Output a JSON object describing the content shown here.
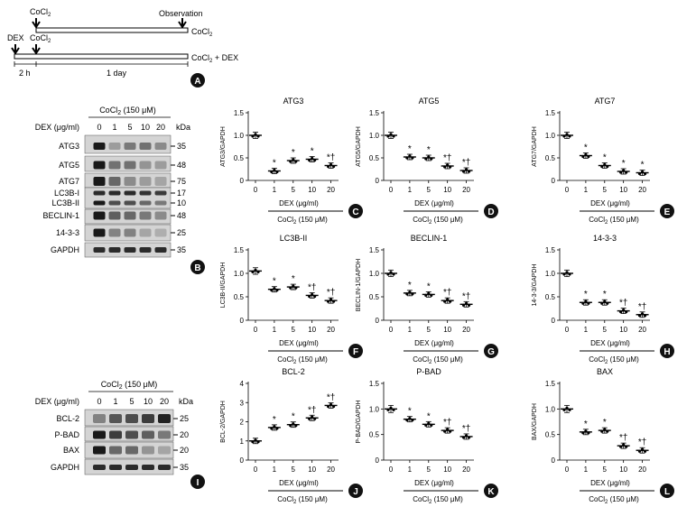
{
  "schematic": {
    "cocl2_top": "CoCl",
    "observation": "Observation",
    "bar1_label": "CoCl",
    "dex": "DEX",
    "cocl2_bottom": "CoCl",
    "bar2_label": "CoCl",
    "bar2_suffix": " + DEX",
    "sub2": "2",
    "two_h": "2 h",
    "one_day": "1 day",
    "panel_letter": "A"
  },
  "blots": [
    {
      "letter": "B",
      "treat_prefix": "CoCl",
      "treat_sub": "2",
      "treat_suffix": " (150 μM)",
      "dex_label": "DEX (μg/ml)",
      "lanes": [
        "0",
        "1",
        "5",
        "10",
        "20"
      ],
      "kda": "kDa",
      "rows": [
        {
          "label": "ATG3",
          "mw": "35",
          "intensity": [
            1.0,
            0.25,
            0.45,
            0.5,
            0.35
          ]
        },
        {
          "label": "ATG5",
          "mw": "48",
          "intensity": [
            1.0,
            0.5,
            0.5,
            0.3,
            0.25
          ]
        },
        {
          "label": "ATG7",
          "mw": "75",
          "intensity": [
            1.0,
            0.55,
            0.35,
            0.25,
            0.2
          ]
        },
        {
          "label": "LC3B-I",
          "mw": "17",
          "intensity": [
            0.9,
            0.9,
            0.9,
            0.85,
            0.8
          ]
        },
        {
          "label": "LC3B-II",
          "mw": "10",
          "intensity": [
            1.0,
            0.7,
            0.7,
            0.55,
            0.45
          ]
        },
        {
          "label": "BECLIN-1",
          "mw": "48",
          "intensity": [
            1.0,
            0.6,
            0.55,
            0.45,
            0.35
          ]
        },
        {
          "label": "14-3-3",
          "mw": "25",
          "intensity": [
            1.0,
            0.4,
            0.4,
            0.2,
            0.15
          ]
        },
        {
          "label": "GAPDH",
          "mw": "35",
          "intensity": [
            0.9,
            0.9,
            0.9,
            0.9,
            0.9
          ]
        }
      ]
    },
    {
      "letter": "I",
      "treat_prefix": "CoCl",
      "treat_sub": "2",
      "treat_suffix": " (150 μM)",
      "dex_label": "DEX (μg/ml)",
      "lanes": [
        "0",
        "1",
        "5",
        "10",
        "20"
      ],
      "kda": "kDa",
      "rows": [
        {
          "label": "BCL-2",
          "mw": "25",
          "intensity": [
            0.4,
            0.65,
            0.7,
            0.8,
            0.95
          ]
        },
        {
          "label": "P-BAD",
          "mw": "20",
          "intensity": [
            1.0,
            0.8,
            0.7,
            0.6,
            0.45
          ]
        },
        {
          "label": "BAX",
          "mw": "20",
          "intensity": [
            1.0,
            0.55,
            0.55,
            0.3,
            0.2
          ]
        },
        {
          "label": "GAPDH",
          "mw": "35",
          "intensity": [
            0.9,
            0.9,
            0.9,
            0.9,
            0.9
          ]
        }
      ]
    }
  ],
  "chart_data": [
    {
      "type": "scatter",
      "letter": "C",
      "title": "ATG3",
      "ylabel": "ATG3/GAPDH",
      "xlabel": "DEX (μg/ml)",
      "treat": "CoCl",
      "treat_sub": "2",
      "treat_suffix": " (150 μM)",
      "categories": [
        "0",
        "1",
        "5",
        "10",
        "20"
      ],
      "values": [
        1.0,
        0.21,
        0.44,
        0.47,
        0.33
      ],
      "marks": [
        "",
        "*",
        "*",
        "*",
        "*†"
      ],
      "ylim": [
        0,
        1.5
      ],
      "yticks": [
        "0",
        "0.5",
        "1.0",
        "1.5"
      ]
    },
    {
      "type": "scatter",
      "letter": "D",
      "title": "ATG5",
      "ylabel": "ATG5/GAPDH",
      "xlabel": "DEX (μg/ml)",
      "treat": "CoCl",
      "treat_sub": "2",
      "treat_suffix": " (150 μM)",
      "categories": [
        "0",
        "1",
        "5",
        "10",
        "20"
      ],
      "values": [
        1.0,
        0.52,
        0.5,
        0.32,
        0.22
      ],
      "marks": [
        "",
        "*",
        "*",
        "*†",
        "*†"
      ],
      "ylim": [
        0,
        1.5
      ],
      "yticks": [
        "0",
        "0.5",
        "1.0",
        "1.5"
      ]
    },
    {
      "type": "scatter",
      "letter": "E",
      "title": "ATG7",
      "ylabel": "ATG7/GAPDH",
      "xlabel": "DEX (μg/ml)",
      "treat": "CoCl",
      "treat_sub": "2",
      "treat_suffix": " (150 μM)",
      "categories": [
        "0",
        "1",
        "5",
        "10",
        "20"
      ],
      "values": [
        1.0,
        0.55,
        0.33,
        0.2,
        0.17
      ],
      "marks": [
        "",
        "*",
        "*",
        "*",
        "*"
      ],
      "ylim": [
        0,
        1.5
      ],
      "yticks": [
        "0",
        "0.5",
        "1.0",
        "1.5"
      ]
    },
    {
      "type": "scatter",
      "letter": "F",
      "title": "LC3B-II",
      "ylabel": "LC3B-II/GAPDH",
      "xlabel": "DEX (μg/ml)",
      "treat": "CoCl",
      "treat_sub": "2",
      "treat_suffix": " (150 μM)",
      "categories": [
        "0",
        "1",
        "5",
        "10",
        "20"
      ],
      "values": [
        1.05,
        0.66,
        0.71,
        0.53,
        0.42
      ],
      "marks": [
        "",
        "*",
        "*",
        "*†",
        "*†"
      ],
      "ylim": [
        0,
        1.5
      ],
      "yticks": [
        "0",
        "0.5",
        "1.0",
        "1.5"
      ]
    },
    {
      "type": "scatter",
      "letter": "G",
      "title": "BECLIN-1",
      "ylabel": "BECLIN-1/GAPDH",
      "xlabel": "DEX (μg/ml)",
      "treat": "CoCl",
      "treat_sub": "2",
      "treat_suffix": " (150 μM)",
      "categories": [
        "0",
        "1",
        "5",
        "10",
        "20"
      ],
      "values": [
        1.0,
        0.58,
        0.55,
        0.42,
        0.34
      ],
      "marks": [
        "",
        "*",
        "*",
        "*†",
        "*†"
      ],
      "ylim": [
        0,
        1.5
      ],
      "yticks": [
        "0",
        "0.5",
        "1.0",
        "1.5"
      ]
    },
    {
      "type": "scatter",
      "letter": "H",
      "title": "14-3-3",
      "ylabel": "14-3-3/GAPDH",
      "xlabel": "DEX (μg/ml)",
      "treat": "CoCl",
      "treat_sub": "2",
      "treat_suffix": " (150 μM)",
      "categories": [
        "0",
        "1",
        "5",
        "10",
        "20"
      ],
      "values": [
        1.0,
        0.38,
        0.38,
        0.2,
        0.12
      ],
      "marks": [
        "",
        "*",
        "*",
        "*†",
        "*†"
      ],
      "ylim": [
        0,
        1.5
      ],
      "yticks": [
        "0",
        "0.5",
        "1.0",
        "1.5"
      ]
    },
    {
      "type": "scatter",
      "letter": "J",
      "title": "BCL-2",
      "ylabel": "BCL-2/GAPDH",
      "xlabel": "DEX (μg/ml)",
      "treat": "CoCl",
      "treat_sub": "2",
      "treat_suffix": " (150 μM)",
      "categories": [
        "0",
        "1",
        "5",
        "10",
        "20"
      ],
      "values": [
        1.0,
        1.7,
        1.85,
        2.2,
        2.85
      ],
      "marks": [
        "",
        "*",
        "*",
        "*†",
        "*†"
      ],
      "ylim": [
        0,
        4
      ],
      "yticks": [
        "0",
        "1",
        "2",
        "3",
        "4"
      ]
    },
    {
      "type": "scatter",
      "letter": "K",
      "title": "P-BAD",
      "ylabel": "P-BAD/GAPDH",
      "xlabel": "DEX (μg/ml)",
      "treat": "CoCl",
      "treat_sub": "2",
      "treat_suffix": " (150 μM)",
      "categories": [
        "0",
        "1",
        "5",
        "10",
        "20"
      ],
      "values": [
        1.0,
        0.8,
        0.7,
        0.58,
        0.46
      ],
      "marks": [
        "",
        "*",
        "*",
        "*†",
        "*†"
      ],
      "ylim": [
        0,
        1.5
      ],
      "yticks": [
        "0",
        "0.5",
        "1.0",
        "1.5"
      ]
    },
    {
      "type": "scatter",
      "letter": "L",
      "title": "BAX",
      "ylabel": "BAX/GAPDH",
      "xlabel": "DEX (μg/ml)",
      "treat": "CoCl",
      "treat_sub": "2",
      "treat_suffix": " (150 μM)",
      "categories": [
        "0",
        "1",
        "5",
        "10",
        "20"
      ],
      "values": [
        1.0,
        0.55,
        0.58,
        0.28,
        0.19
      ],
      "marks": [
        "",
        "*",
        "*",
        "*†",
        "*†"
      ],
      "ylim": [
        0,
        1.5
      ],
      "yticks": [
        "0",
        "0.5",
        "1.0",
        "1.5"
      ]
    }
  ]
}
